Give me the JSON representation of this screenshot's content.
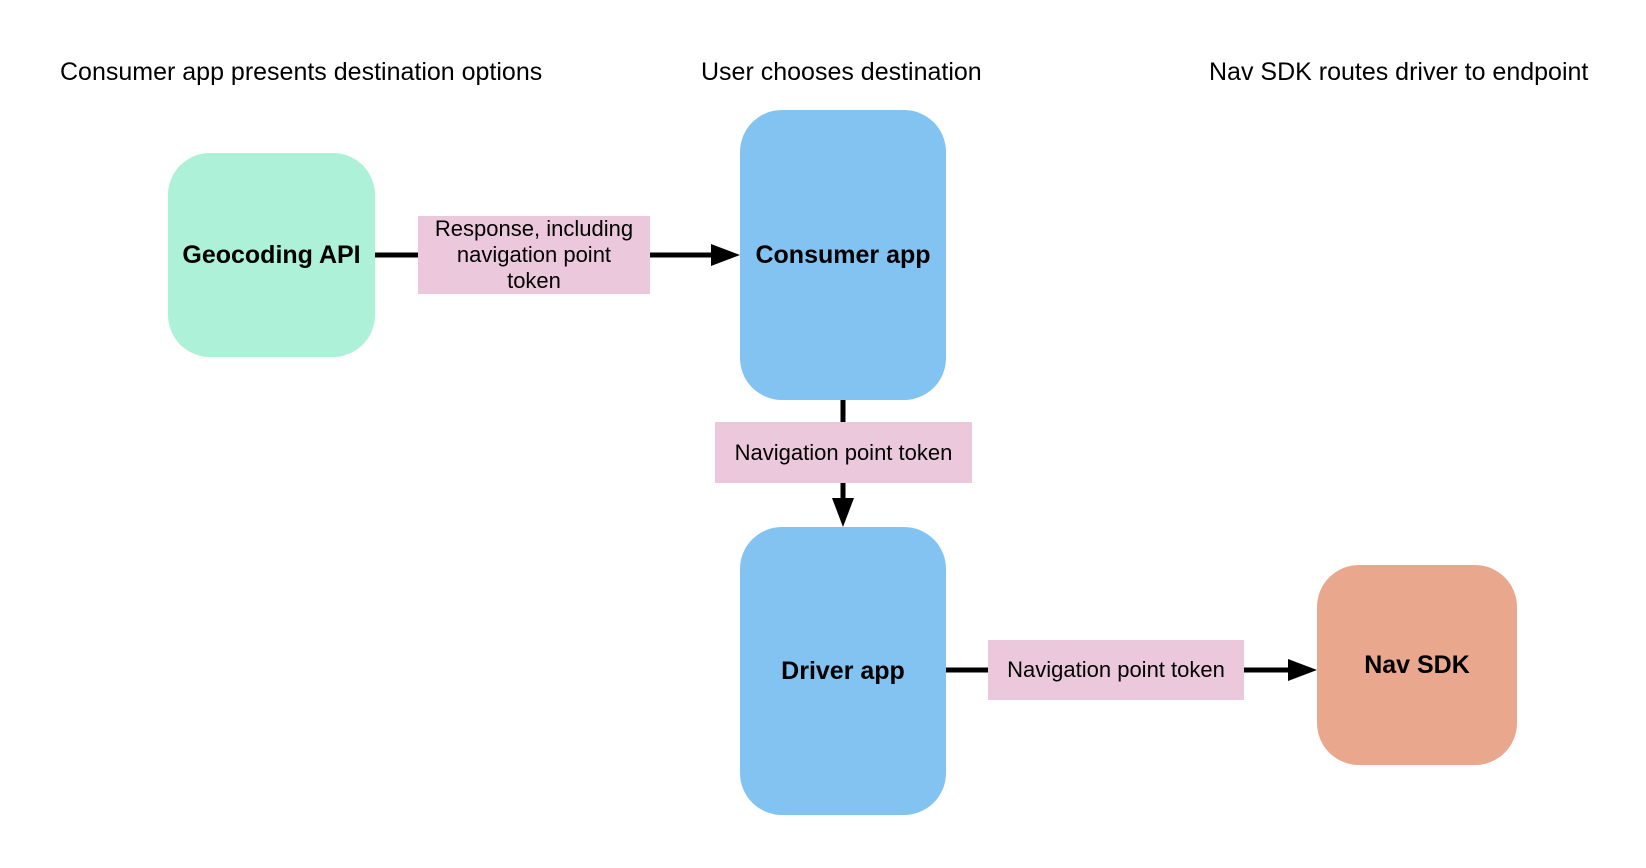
{
  "diagram": {
    "background": "#ffffff",
    "columns": [
      {
        "header": "Consumer app presents destination options"
      },
      {
        "header": "User chooses destination"
      },
      {
        "header": "Nav SDK routes driver to endpoint"
      }
    ],
    "nodes": {
      "geocoding_api": {
        "label": "Geocoding API",
        "fill": "#adf1d9"
      },
      "consumer_app": {
        "label": "Consumer app",
        "fill": "#82c3f2"
      },
      "driver_app": {
        "label": "Driver app",
        "fill": "#82c3f2"
      },
      "nav_sdk": {
        "label": "Nav SDK",
        "fill": "#e9a78e"
      }
    },
    "edges": {
      "geocoding_to_consumer": {
        "label": "Response, including\nnavigation point\ntoken"
      },
      "consumer_to_driver": {
        "label": "Navigation point token"
      },
      "driver_to_nav_sdk": {
        "label": "Navigation point token"
      }
    },
    "colors": {
      "edge_label_bg": "#ecc8dd",
      "arrow": "#000000",
      "text": "#000000"
    }
  }
}
